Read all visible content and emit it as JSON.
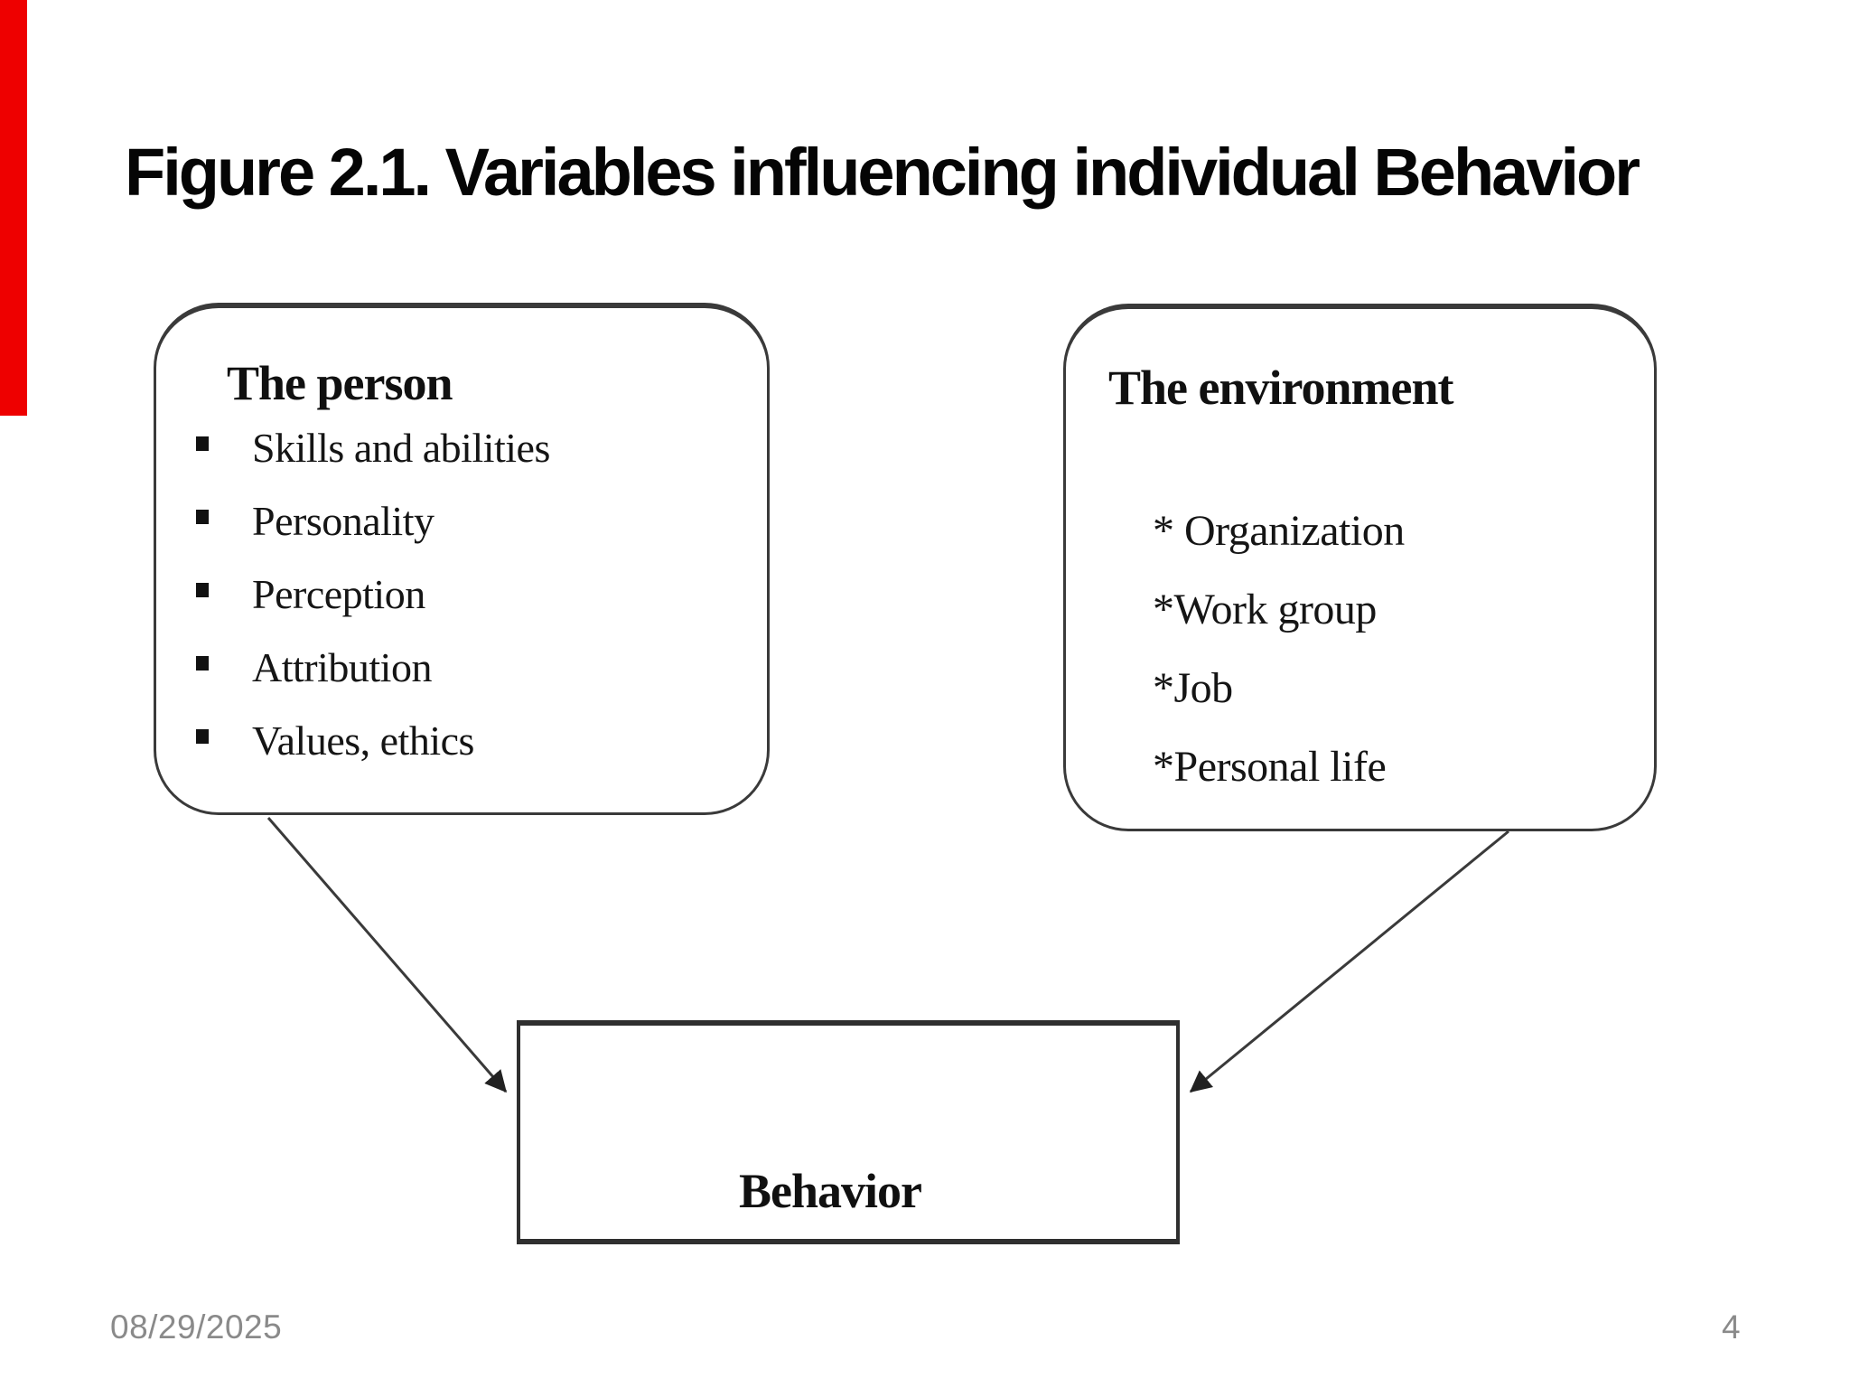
{
  "title": "Figure 2.1. Variables influencing individual Behavior",
  "colors": {
    "accent_red": "#ee0000",
    "box_border": "#3a3a3a",
    "text": "#151515",
    "footer_text": "#8a8a8a"
  },
  "person_box": {
    "title": "The person",
    "bullet_icon": "square-bullet",
    "items": [
      "Skills and abilities",
      "Personality",
      "Perception",
      "Attribution",
      "Values, ethics"
    ]
  },
  "environment_box": {
    "title": "The environment",
    "items": [
      "* Organization",
      "*Work group",
      "*Job",
      "*Personal life"
    ]
  },
  "behavior_box": {
    "label": "Behavior"
  },
  "footer": {
    "date": "08/29/2025",
    "page": "4"
  }
}
